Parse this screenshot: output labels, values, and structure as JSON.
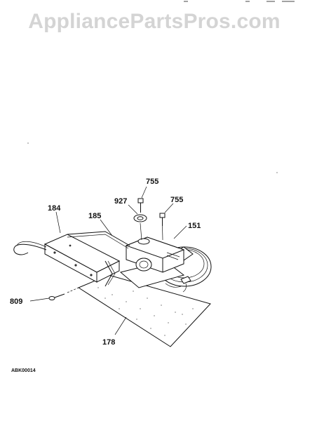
{
  "watermark": "AppliancePartsPros.com",
  "diagram_code": "ABK00014",
  "callouts": {
    "c755a": "755",
    "c927": "927",
    "c755b": "755",
    "c184": "184",
    "c185": "185",
    "c151": "151",
    "c809": "809",
    "c178": "178"
  }
}
